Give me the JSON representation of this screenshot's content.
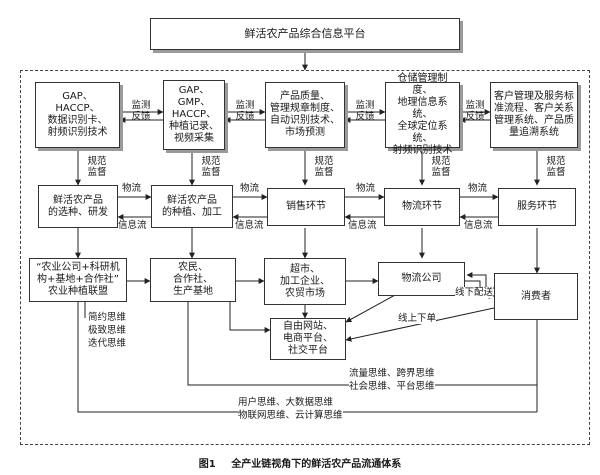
{
  "title": "鲜活农产品综合信息平台",
  "info_boxes": [
    "GAP、\nHACCP、\n数据识别卡、\n射频识别技术",
    "GAP、\nGMP、\nHACCP、\n种植记录、\n视频采集",
    "产品质量、\n管理规章制度、\n自动识别技术、\n市场预测",
    "仓储管理制度、\n地理信息系统、\n全球定位系统、\n射频识别技术",
    "客户管理及服务标\n准流程、客户关系\n管理系统、产品质\n量追溯系统"
  ],
  "monitor_feedback": "监测\n反馈",
  "regulate_supervise": "规范\n监督",
  "stages": [
    "鲜活农产品\n的选种、研发",
    "鲜活农产品\n的种植、加工",
    "销售环节",
    "物流环节",
    "服务环节"
  ],
  "flow_logistics": "物流",
  "flow_info": "信息流",
  "nodes": {
    "alliance": "“农业公司+科研机\n构+基地+合作社”\n农业种植联盟",
    "farmers": "农民、\n合作社、\n生产基地",
    "markets": "超市、\n加工企业、\n农贸市场",
    "logistics_company": "物流公司",
    "consumer": "消费者",
    "online": "自由网站、\n电商平台、\n社交平台"
  },
  "offline_delivery": "线下配送",
  "online_order": "线上下单",
  "thinking": {
    "simple": "简约思维\n极致思维\n迭代思维",
    "traffic": "流量思维、跨界思维\n社会思维、平台思维",
    "user": "用户思维、大数据思维\n物联网思维、云计算思维"
  },
  "caption": {
    "figure": "图1",
    "text": "全产业链视角下的鲜活农产品流通体系"
  }
}
